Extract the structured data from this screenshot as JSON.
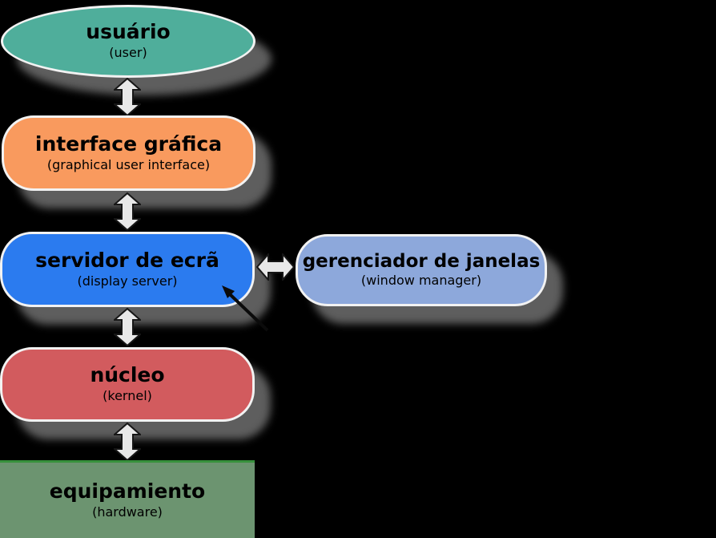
{
  "diagram": {
    "description": "software stack diagram",
    "nodes": [
      {
        "id": "user",
        "title": "usuário",
        "subtitle": "(user)",
        "shape": "ellipse",
        "fill": "#4fae9b"
      },
      {
        "id": "graphical-interface",
        "title": "interface gráfica",
        "subtitle": "(graphical user interface)",
        "shape": "rounded-rect",
        "fill": "#f99a5e"
      },
      {
        "id": "display-server",
        "title": "servidor de ecrã",
        "subtitle": "(display server)",
        "shape": "rounded-rect",
        "fill": "#2b7bef"
      },
      {
        "id": "window-manager",
        "title": "gerenciador de janelas",
        "subtitle": "(window manager)",
        "shape": "rounded-rect",
        "fill": "#8da8db"
      },
      {
        "id": "kernel",
        "title": "núcleo",
        "subtitle": "(kernel)",
        "shape": "rect-rounded",
        "fill": "#d25b5e"
      },
      {
        "id": "hardware",
        "title": "equipamiento",
        "subtitle": "(hardware)",
        "shape": "rect",
        "fill": "#6c9470",
        "top_border": "#37913c"
      }
    ],
    "connectors": [
      {
        "from": "user",
        "to": "graphical-interface",
        "style": "double-headed",
        "direction": "vertical"
      },
      {
        "from": "graphical-interface",
        "to": "display-server",
        "style": "double-headed",
        "direction": "vertical"
      },
      {
        "from": "display-server",
        "to": "kernel",
        "style": "double-headed",
        "direction": "vertical"
      },
      {
        "from": "kernel",
        "to": "hardware",
        "style": "double-headed",
        "direction": "vertical"
      },
      {
        "from": "display-server",
        "to": "window-manager",
        "style": "double-headed",
        "direction": "horizontal"
      },
      {
        "from": "outside-lower-right",
        "to": "display-server",
        "style": "single-headed-pointer",
        "direction": "diagonal"
      }
    ],
    "colors": {
      "background": "#000000",
      "node_border": "#f2f2f2",
      "shadow": "#5a5a5a",
      "arrow_fill": "#e8e8e8",
      "arrow_outline": "#161616",
      "pointer_arrow": "#0b0b0b",
      "text": "#000000"
    }
  }
}
